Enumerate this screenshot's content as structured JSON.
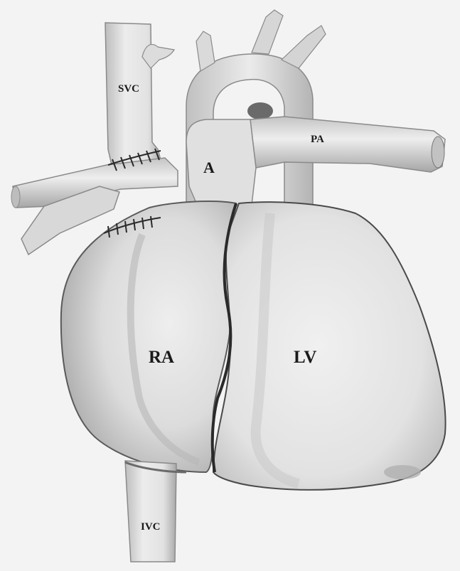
{
  "labels": {
    "svc": "SVC",
    "pa": "PA",
    "aorta": "A",
    "ra": "RA",
    "lv": "LV",
    "ivc": "IVC"
  },
  "colors": {
    "background": "#f3f3f3",
    "tissue": "#e4e4e4",
    "shadow": "#9a9a9a",
    "outline": "#3a3a3a"
  }
}
